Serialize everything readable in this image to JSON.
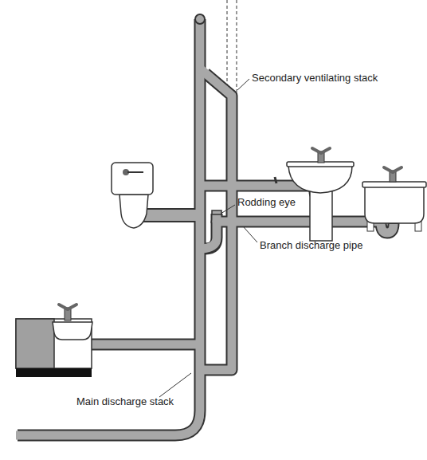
{
  "diagram": {
    "labels": [
      "Secondary ventilating stack",
      "Rodding eye",
      "Branch discharge pipe",
      "Main discharge stack"
    ]
  }
}
